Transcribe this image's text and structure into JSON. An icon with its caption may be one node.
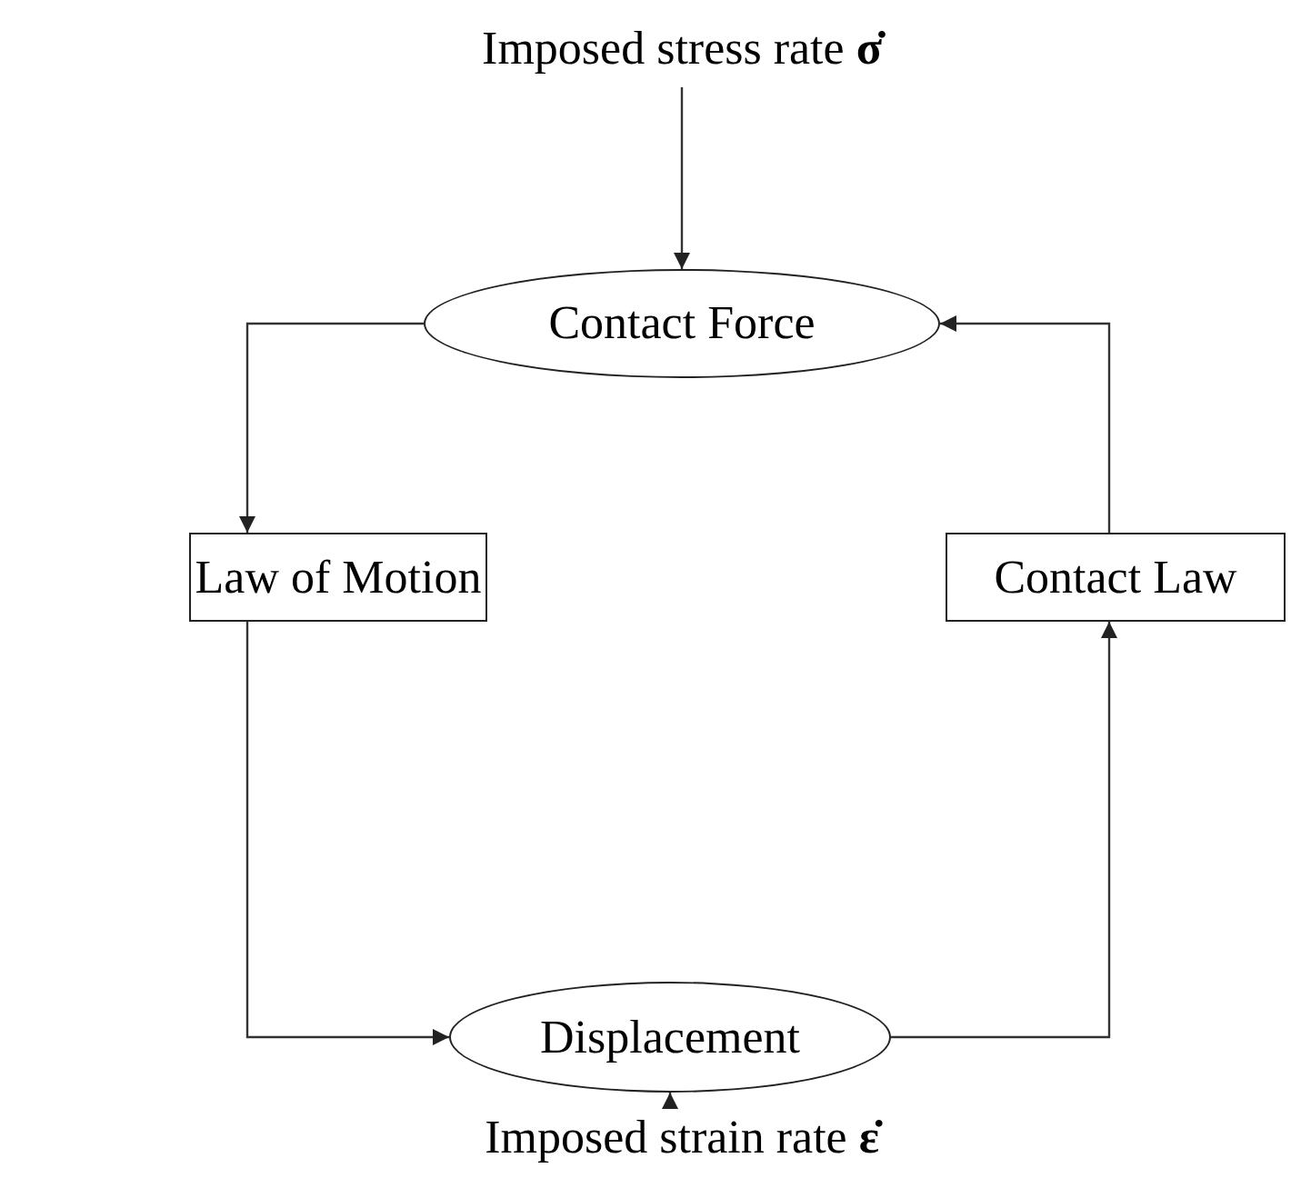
{
  "diagram": {
    "nodes": [
      {
        "text": [
          "Imposed stress rate **σ̇**"
        ]
      },
      {
        "text": [
          "Contact Force"
        ]
      },
      {
        "text": [
          "Law of Motion"
        ]
      },
      {
        "text": [
          "Contact Law"
        ]
      },
      {
        "text": [
          "Displacement"
        ]
      },
      {
        "text": [
          "Imposed strain rate **ε̇**"
        ]
      }
    ],
    "edges": [
      {
        "from": 0,
        "to": 1,
        "arrow": "to"
      },
      {
        "from": 1,
        "to": 2,
        "arrow": "to"
      },
      {
        "from": 2,
        "to": 4,
        "arrow": "to"
      },
      {
        "from": 4,
        "to": 3,
        "arrow": "to"
      },
      {
        "from": 3,
        "to": 1,
        "arrow": "to"
      },
      {
        "from": 5,
        "to": 4,
        "arrow": "to"
      }
    ]
  }
}
